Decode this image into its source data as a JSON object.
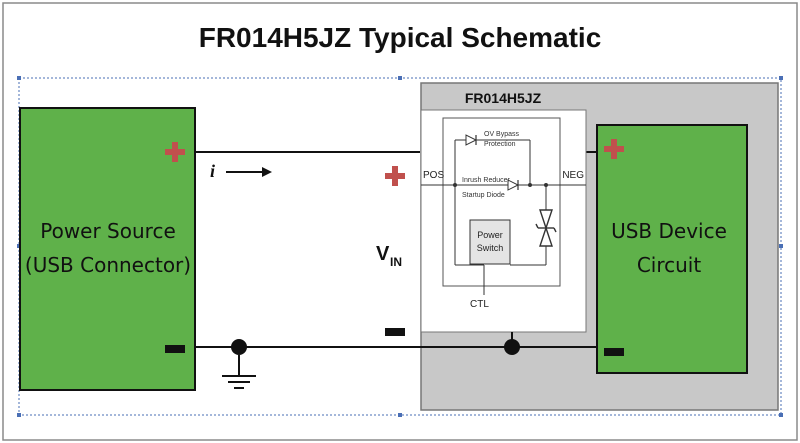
{
  "title": "FR014H5JZ Typical Schematic",
  "power_source": {
    "line1": "Power Source",
    "line2": "(USB Connector)"
  },
  "usb_device": {
    "line1": "USB Device",
    "line2": "Circuit"
  },
  "chip": {
    "title": "FR014H5JZ",
    "pin_pos": "POS",
    "pin_neg": "NEG",
    "pin_ctl": "CTL",
    "ov_line1": "OV Bypass",
    "ov_line2": "Protection",
    "inrush_line1": "Inrush Reducer",
    "inrush_line2": "Startup Diode",
    "switch_line1": "Power",
    "switch_line2": "Switch"
  },
  "current_label": "i",
  "vin": {
    "main": "V",
    "sub": "IN"
  },
  "colors": {
    "green": "#5fb14a",
    "plus_red": "#c0504d",
    "chip_gray": "#c8c8c8",
    "frame_gray": "#9a9a9a",
    "selection_blue": "#4a6fb5"
  }
}
